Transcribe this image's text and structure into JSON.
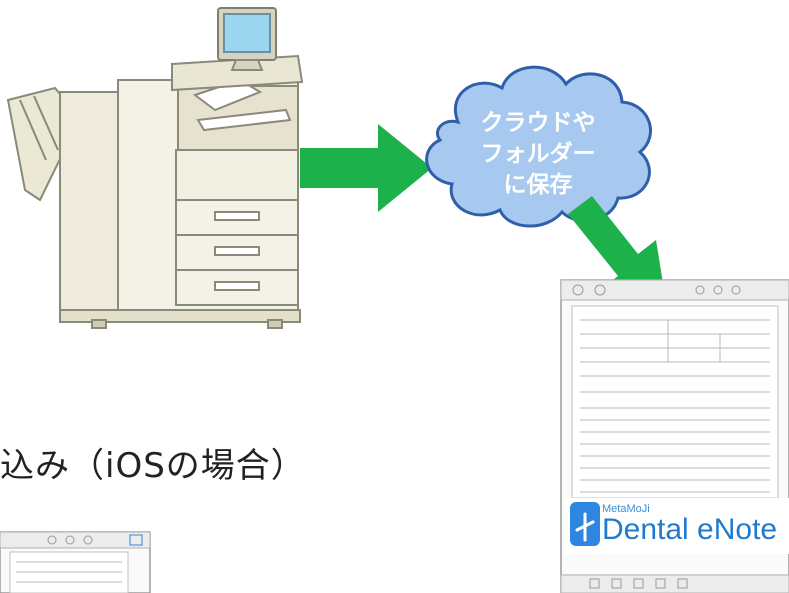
{
  "cloud": {
    "lines": [
      "クラウドや",
      "フォルダー",
      "に保存"
    ]
  },
  "caption": "込み（iOSの場合）",
  "app": {
    "brand_small": "MetaMoJi",
    "brand_name": "Dental eNote"
  },
  "colors": {
    "arrow": "#1db14b",
    "cloud_fill": "#a7c9f0",
    "cloud_stroke": "#2f5fa8",
    "app_icon": "#2f86e0"
  }
}
